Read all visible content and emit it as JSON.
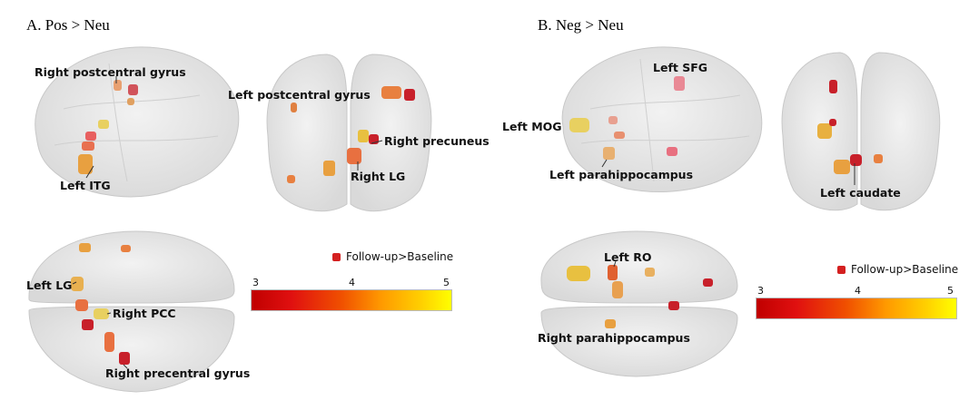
{
  "panels": {
    "a": {
      "title": "A. Pos > Neu",
      "labels": {
        "right_postcentral": "Right postcentral gyrus",
        "left_itg": "Left ITG",
        "left_postcentral": "Left postcentral gyrus",
        "right_precuneus": "Right precuneus",
        "right_lg": "Right LG",
        "left_lg": "Left LG",
        "right_pcc": "Right PCC",
        "right_precentral": "Right precentral gyrus"
      },
      "legend": "Follow-up>Baseline",
      "colorbar": {
        "min": "3",
        "mid": "4",
        "max": "5"
      }
    },
    "b": {
      "title": "B. Neg > Neu",
      "labels": {
        "left_sfg": "Left SFG",
        "left_mog": "Left MOG",
        "left_parahippocampus": "Left parahippocampus",
        "left_caudate": "Left caudate",
        "left_ro": "Left RO",
        "right_parahippocampus": "Right parahippocampus"
      },
      "legend": "Follow-up>Baseline",
      "colorbar": {
        "min": "3",
        "mid": "4",
        "max": "5"
      }
    }
  },
  "colors": {
    "brain": "#e6e6e6",
    "brain_edge": "#c8c8c8",
    "blob_red": "#c8202a",
    "blob_orange": "#e8883a",
    "blob_yellow": "#e8d060"
  }
}
